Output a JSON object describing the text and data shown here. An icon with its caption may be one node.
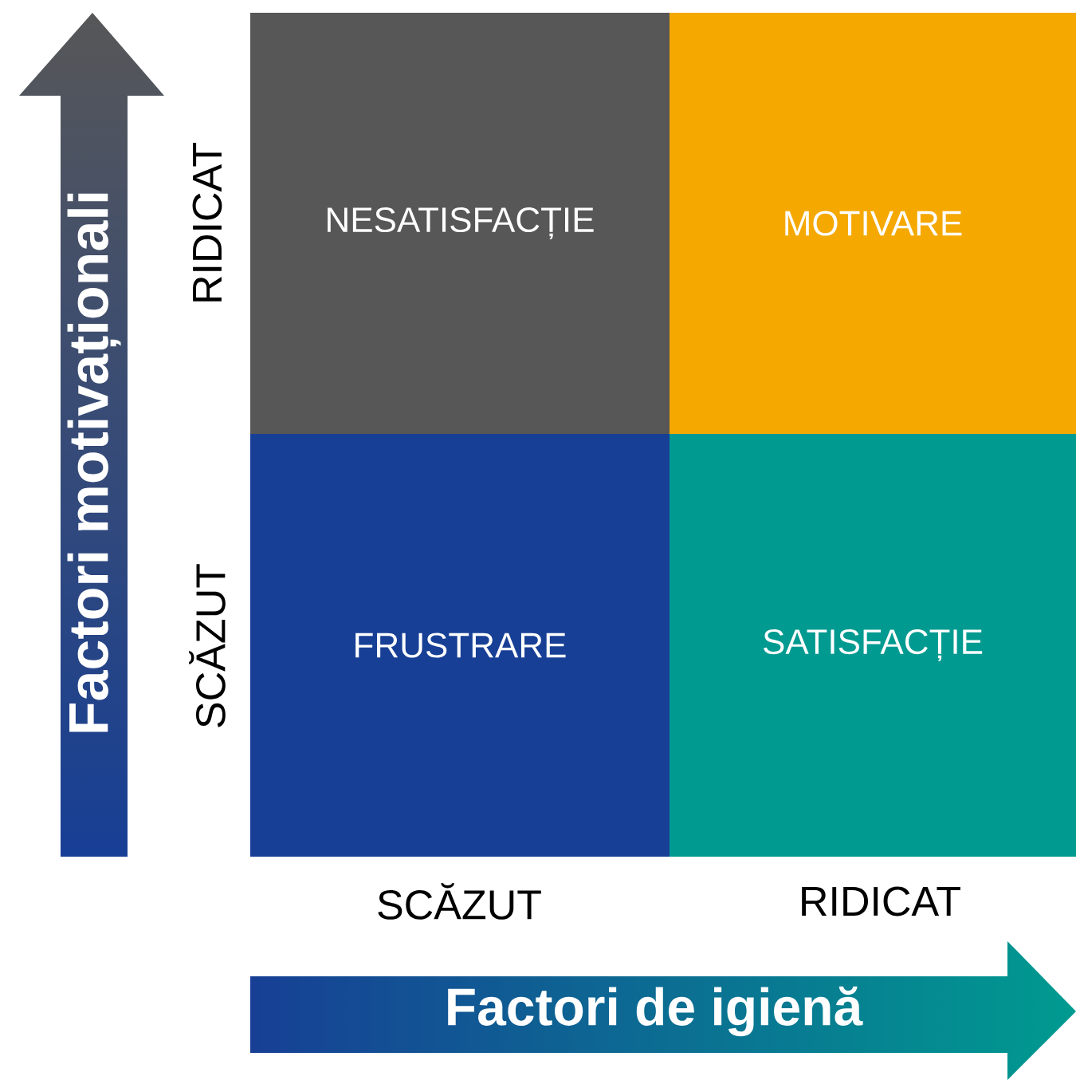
{
  "diagram": {
    "nodes": [
      {
        "text": [
          "NESATISFACȚIE"
        ]
      },
      {
        "text": [
          "MOTIVARE"
        ]
      },
      {
        "text": [
          "FRUSTRARE"
        ]
      },
      {
        "text": [
          "SATISFACȚIE"
        ]
      },
      {
        "text": [
          "Factori motivaționali"
        ]
      },
      {
        "text": [
          "Factori de igienă"
        ]
      }
    ],
    "labels": [
      "RIDICAT",
      "SCĂZUT",
      "SCĂZUT",
      "RIDICAT"
    ]
  }
}
